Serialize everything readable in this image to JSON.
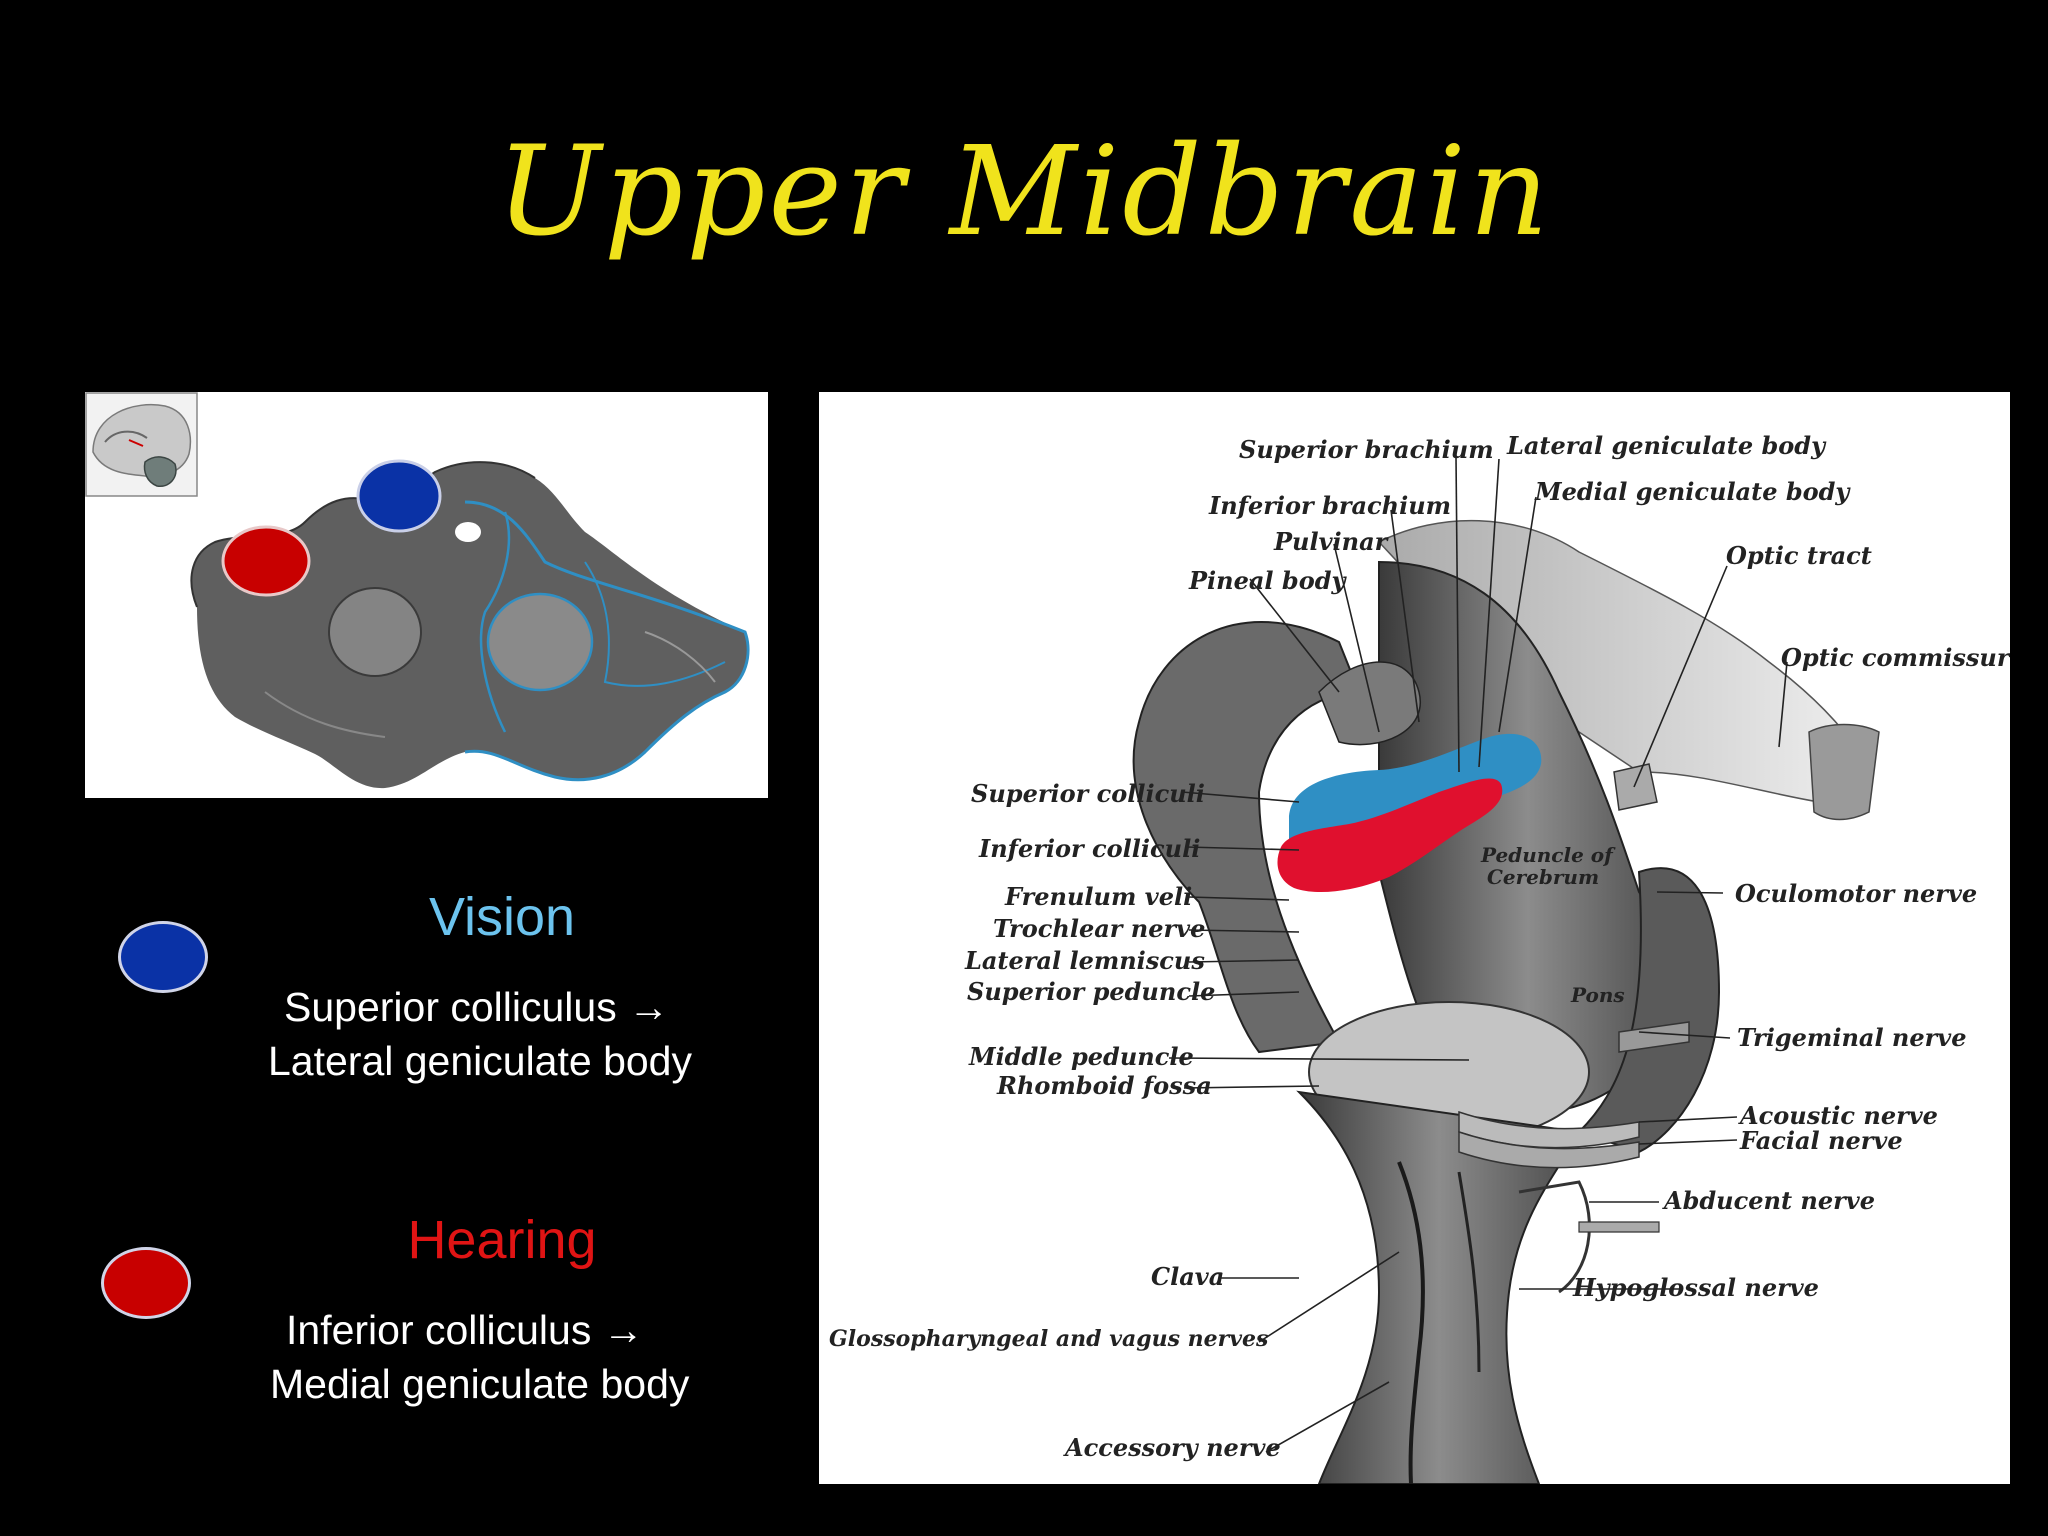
{
  "title": "Upper Midbrain",
  "legend": {
    "vision": {
      "heading": "Vision",
      "line1": "Superior colliculus →",
      "line2": "Lateral geniculate body",
      "color": "#0a32a6",
      "heading_color": "#6cc3ee"
    },
    "hearing": {
      "heading": "Hearing",
      "line1": "Inferior colliculus →",
      "line2": "Medial geniculate body",
      "color": "#c80000",
      "heading_color": "#e01414"
    }
  },
  "anatomy_labels": {
    "superior_brachium": "Superior brachium",
    "lateral_geniculate_body": "Lateral geniculate body",
    "inferior_brachium": "Inferior brachium",
    "medial_geniculate_body": "Medial geniculate body",
    "pulvinar": "Pulvinar",
    "optic_tract": "Optic tract",
    "pineal_body": "Pineal body",
    "optic_commissure": "Optic commissure",
    "superior_colliculi": "Superior colliculi",
    "inferior_colliculi": "Inferior colliculi",
    "peduncle_of_cerebrum_1": "Peduncle of",
    "peduncle_of_cerebrum_2": "Cerebrum",
    "frenulum_veli": "Frenulum veli",
    "oculomotor_nerve": "Oculomotor nerve",
    "trochlear_nerve": "Trochlear nerve",
    "lateral_lemniscus": "Lateral lemniscus",
    "superior_peduncle": "Superior peduncle",
    "pons": "Pons",
    "trigeminal_nerve": "Trigeminal nerve",
    "middle_peduncle": "Middle peduncle",
    "rhomboid_fossa": "Rhomboid fossa",
    "acoustic_nerve": "Acoustic nerve",
    "facial_nerve": "Facial nerve",
    "abducent_nerve": "Abducent nerve",
    "clava": "Clava",
    "hypoglossal_nerve": "Hypoglossal nerve",
    "glossopharyngeal_vagus": "Glossopharyngeal and vagus nerves",
    "accessory_nerve": "Accessory nerve"
  },
  "colors": {
    "background": "#000000",
    "title": "#f0e31c",
    "superior_colliculus_highlight": "#2f8fc4",
    "inferior_colliculus_highlight": "#e0102e"
  }
}
